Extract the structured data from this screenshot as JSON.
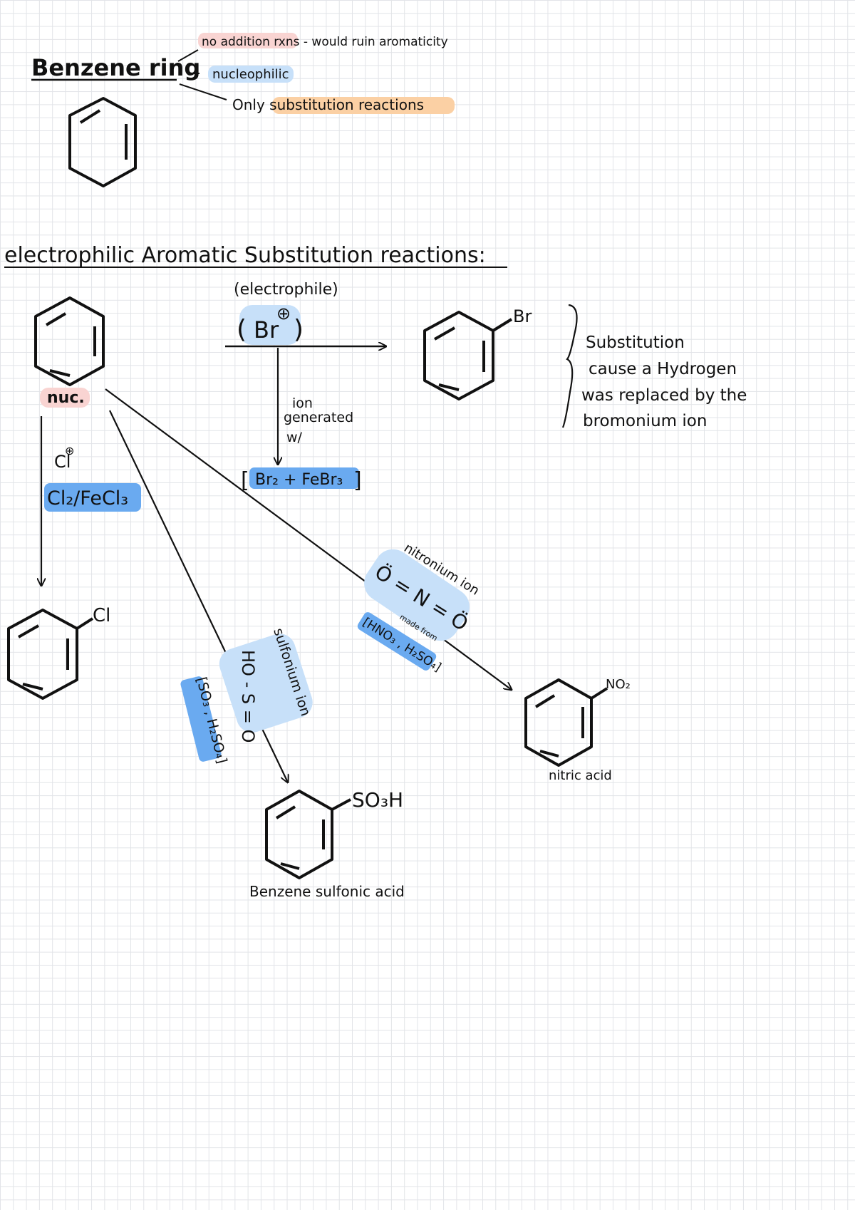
{
  "title": "Benzene ring",
  "properties": [
    "no addition rxns - would ruin aromaticity",
    "nucleophilic",
    "Only substitution reactions"
  ],
  "section_title": "electrophilic Aromatic Substitution reactions:",
  "bromination": {
    "electrophile_label": "(electrophile)",
    "electrophile": "Br",
    "charge": "⊕",
    "ion_note": [
      "ion",
      "generated",
      "w/"
    ],
    "reagents": "Br₂ + FeBr₃",
    "product_substituent": "Br"
  },
  "nucleophile_label": "nuc.",
  "substitution_note": [
    "Substitution",
    "cause a Hydrogen",
    "was replaced by the",
    "bromonium ion"
  ],
  "chlorination": {
    "ion": "Cl",
    "charge": "⊕",
    "reagents": "Cl₂/FeCl₃",
    "product_substituent": "Cl"
  },
  "sulfonation": {
    "ion_name": "sulfonium ion",
    "structure": "HO - S = O",
    "reagents": "[SO₃ , H₂SO₄]",
    "product_substituent": "SO₃H",
    "product_name": "Benzene sulfonic acid"
  },
  "nitration": {
    "ion_name": "nitronium ion",
    "structure": "Ö = N = Ö",
    "made_from": "made from",
    "reagents": "[HNO₃ , H₂SO₄]",
    "product_substituent": "NO₂",
    "product_name": "nitric acid"
  },
  "colors": {
    "pink": "#f9d4d2",
    "light_blue": "#c7e0f9",
    "blue": "#6aaaf0",
    "orange": "#fbd0a4",
    "ink": "#111111"
  }
}
